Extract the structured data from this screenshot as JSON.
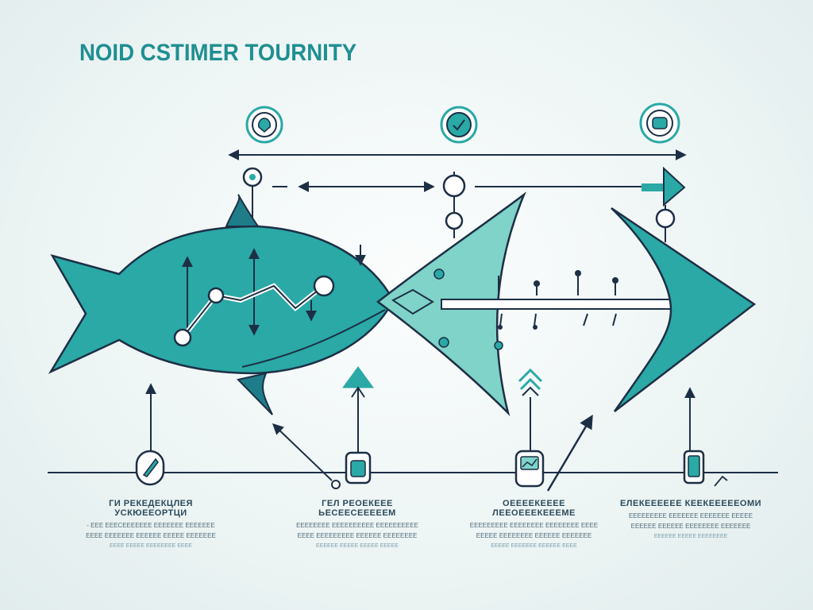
{
  "title": "NOID CSTIMER TOURNITY",
  "colors": {
    "teal": "#2aa9a6",
    "teal_light": "#7fd3c9",
    "outline": "#1d2f45",
    "title": "#1f8f92"
  },
  "icons": {
    "top_1": "location-pin-icon",
    "top_2": "checkmark-icon",
    "top_3": "rectangle-icon",
    "stage_1": "pen-icon",
    "stage_2": "box-icon",
    "stage_3": "chart-icon",
    "stage_4": "device-icon"
  },
  "stages": [
    {
      "heading": "ГИ РЕКЕДЕКЦЛЕЯ УСКЮЕЕОРТЦИ",
      "line1": "- ЕЕЕ ЕЕЕСЕЕЕЕЕЕЕ ЕЕЕЕЕЕЕ ЕЕЕЕЕЕЕ",
      "line2": "ЕЕЕЕ ЕЕЕЕЕЕЕ ЕЕЕЕЕЕ ЕЕЕЕЕ ЕЕЕЕЕЕЕ",
      "line3": "ЕЕЕЕ ЕЕЕЕЕ ЕЕЕЕЕЕЕЕ ЕЕЕЕ"
    },
    {
      "heading": "ГЕЛ РЕОЕКЕЕЕ ЬЕСЕЕСЕЕЕЕЕМ",
      "line1": "ЕЕЕЕЕЕЕЕ ЕЕЕЕЕЕЕЕЕЕ ЕЕЕЕЕЕЕЕЕЕ",
      "line2": "ЕЕЕЕ ЕЕЕЕЕЕЕЕЕ ЕЕЕЕЕЕ ЕЕЕЕЕЕЕЕ",
      "line3": "ЕЕЕЕЕЕ ЕЕЕЕЕ ЕЕЕЕЕ ЕЕЕЕЕ"
    },
    {
      "heading": "ОЕЕЕЕКЕЕЕЕ ЛЕЕОЕЕЕКЕЕЕМЕ",
      "line1": "ЕЕЕЕЕЕЕЕЕ ЕЕЕЕЕЕЕЕ ЕЕЕЕЕЕЕЕ ЕЕЕЕ",
      "line2": "ЕЕЕЕЕ ЕЕЕЕЕЕЕЕ ЕЕЕЕЕЕ ЕЕЕЕЕЕЕ",
      "line3": "ЕЕЕЕЕ ЕЕЕЕЕЕЕ ЕЕЕЕЕЕ ЕЕЕЕ"
    },
    {
      "heading": "ЕЛЕКЕЕЕЕЕЕ КЕЕКЕЕЕЕЕОМИ",
      "line1": "ЕЕЕЕЕЕЕЕЕ ЕЕЕЕЕЕЕ ЕЕЕЕЕЕЕ ЕЕЕЕЕ",
      "line2": "ЕЕЕЕЕЕ ЕЕЕЕЕЕ ЕЕЕЕЕЕЕЕ ЕЕЕЕЕЕЕ",
      "line3": "ЕЕЕЕЕЕ ЕЕЕЕЕ ЕЕЕЕЕЕЕЕ"
    }
  ]
}
